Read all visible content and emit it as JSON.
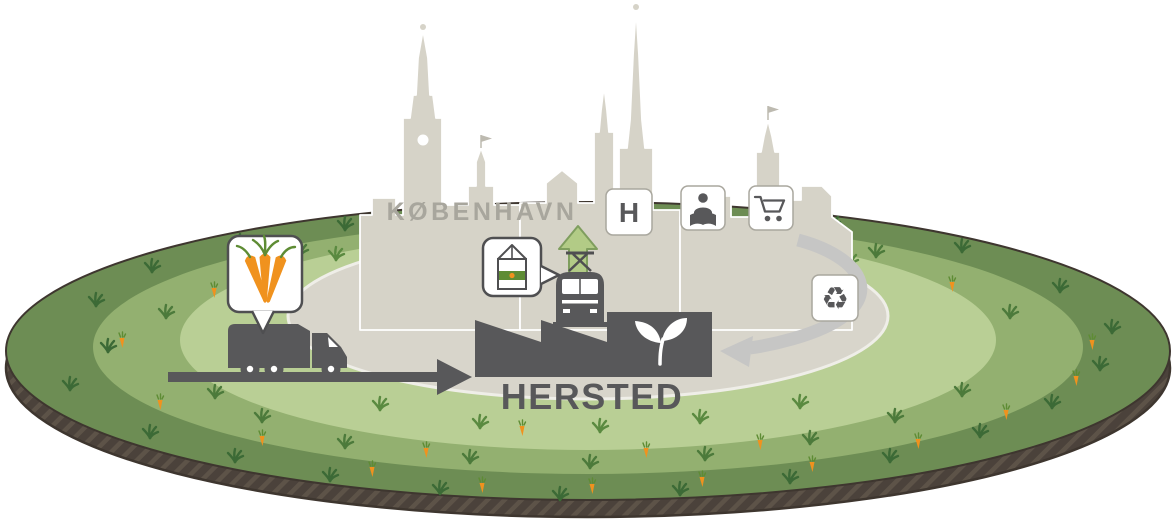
{
  "labels": {
    "city": "KØBENHAVN",
    "plant": "HERSTED"
  },
  "icons": {
    "hospital_glyph": "H",
    "recycle_glyph": "♻",
    "hospital": "hospital-sign-icon",
    "person_reading": "person-reading-icon",
    "shopping_cart": "shopping-cart-icon",
    "recycle": "recycle-icon",
    "carrots": "carrots-icon",
    "milk_carton": "milk-carton-icon",
    "sprout": "sprout-icon",
    "truck": "truck-icon",
    "tram": "tram-icon",
    "green_up_arrow": "up-arrow-icon",
    "supply_arrow": "right-arrow-icon",
    "return_arrow": "curved-left-arrow-icon",
    "grass": "grass-tuft-icon",
    "carrot_dot": "small-carrot-icon"
  },
  "colors": {
    "soil": "#4b423b",
    "soil_hatch": "#5d5348",
    "ring_outer": "#6d8d54",
    "ring_middle": "#93b070",
    "ring_inner": "#b9cf95",
    "platform": "#d8d5cb",
    "skyline": "#d6d3c8",
    "city_label": "#a8a69d",
    "dark": "#58585a",
    "light_arrow": "#c6c6c5",
    "carrot": "#f0921e",
    "leaf": "#5e8c34",
    "up_arrow": "#b2cb86",
    "white": "#ffffff"
  }
}
